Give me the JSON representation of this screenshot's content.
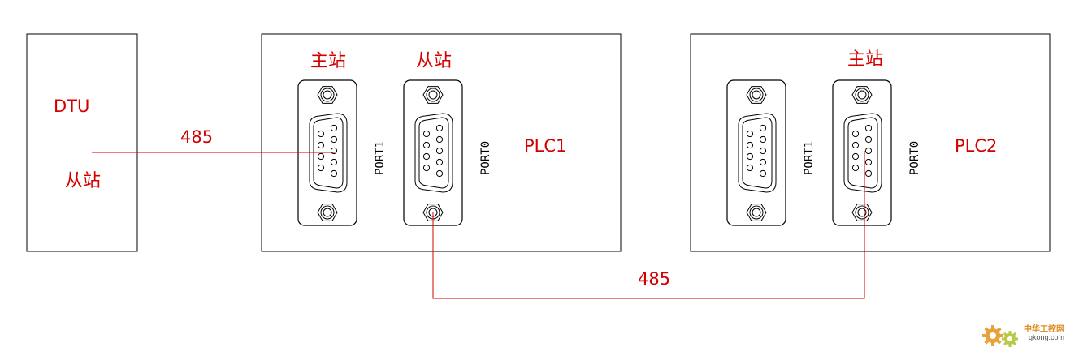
{
  "dtu": {
    "name": "DTU",
    "role": "从站"
  },
  "plc1": {
    "name": "PLC1",
    "port1": {
      "label": "PORT1",
      "role": "主站"
    },
    "port0": {
      "label": "PORT0",
      "role": "从站"
    }
  },
  "plc2": {
    "name": "PLC2",
    "port1": {
      "label": "PORT1"
    },
    "port0": {
      "label": "PORT0",
      "role": "主站"
    }
  },
  "links": {
    "dtu_to_plc1": "485",
    "plc1_to_plc2": "485"
  },
  "colors": {
    "label": "#d40000",
    "wire": "#d40000",
    "outline": "#000000"
  },
  "watermark": {
    "text": "中华工控网",
    "url": "gkong.com"
  }
}
